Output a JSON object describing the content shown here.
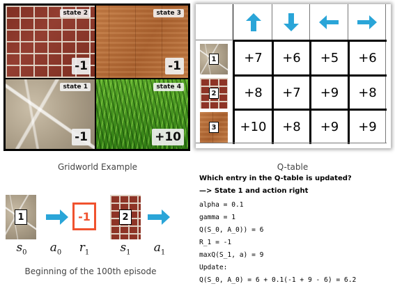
{
  "gridworld": {
    "caption": "Gridworld Example",
    "cells": [
      {
        "state": "state 2",
        "reward": "-1"
      },
      {
        "state": "state 3",
        "reward": "-1"
      },
      {
        "state": "state 1",
        "reward": "-1"
      },
      {
        "state": "state 4",
        "reward": "+10"
      }
    ]
  },
  "qtable": {
    "caption": "Q-table",
    "actions": [
      {
        "icon": "arrow-up-icon"
      },
      {
        "icon": "arrow-down-icon"
      },
      {
        "icon": "arrow-left-icon"
      },
      {
        "icon": "arrow-right-icon"
      }
    ],
    "rows": [
      {
        "state": "1",
        "values": [
          "+7",
          "+6",
          "+5",
          "+6"
        ]
      },
      {
        "state": "2",
        "values": [
          "+8",
          "+7",
          "+9",
          "+8"
        ]
      },
      {
        "state": "3",
        "values": [
          "+10",
          "+8",
          "+9",
          "+9"
        ]
      }
    ],
    "arrow_color": "#2aa5d8"
  },
  "episode": {
    "caption": "Beginning of the 100th episode",
    "s0_state": "1",
    "r1_value": "-1",
    "s1_state": "2",
    "symbols": {
      "s0": {
        "base": "s",
        "sub": "0"
      },
      "a0": {
        "base": "a",
        "sub": "0"
      },
      "r1": {
        "base": "r",
        "sub": "1"
      },
      "s1": {
        "base": "s",
        "sub": "1"
      },
      "a1": {
        "base": "a",
        "sub": "1"
      }
    },
    "reward_color": "#f0522e"
  },
  "explanation": {
    "question": "Which entry in the Q-table is updated?",
    "answer": "—> State 1 and action right",
    "alpha": "alpha = 0.1",
    "gamma": "gamma = 1",
    "q_s0_a0": "Q(S_0, A_0)) = 6",
    "r_1": "R_1 = -1",
    "max_q": "maxQ(S_1, a) = 9",
    "update_label": "Update:",
    "update_formula": "Q(S_0, A_0) = 6 + 0.1(-1 + 9 - 6) = 6.2"
  }
}
